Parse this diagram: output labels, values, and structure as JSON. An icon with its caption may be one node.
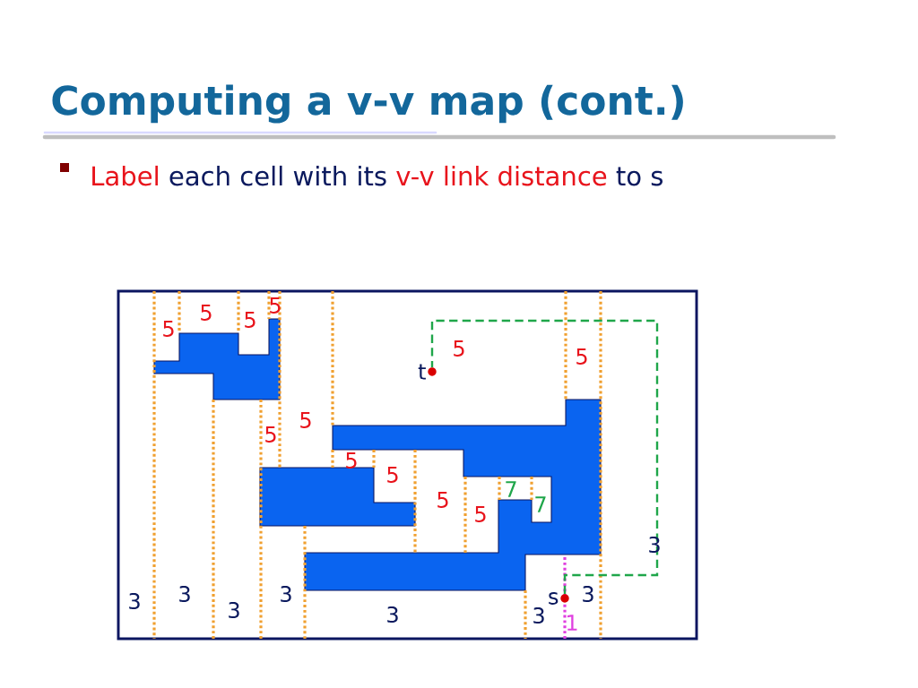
{
  "diagram": {
    "title": "Computing a v-v map (cont.)",
    "nodes": [
      {
        "text": [
          "t"
        ]
      },
      {
        "text": [
          "s"
        ]
      }
    ],
    "edges": [
      {
        "from": 1,
        "to": 0,
        "arrow": "none",
        "style": "dashed",
        "color": "#1fa64a"
      }
    ],
    "labels": [
      "Label",
      "each cell with its",
      "v-v link distance",
      "to s",
      "5",
      "5",
      "5",
      "5",
      "5",
      "5",
      "5",
      "5",
      "5",
      "5",
      "7",
      "5",
      "7",
      "5",
      "3",
      "3",
      "3",
      "3",
      "3",
      "3",
      "3",
      "3",
      "1"
    ]
  }
}
